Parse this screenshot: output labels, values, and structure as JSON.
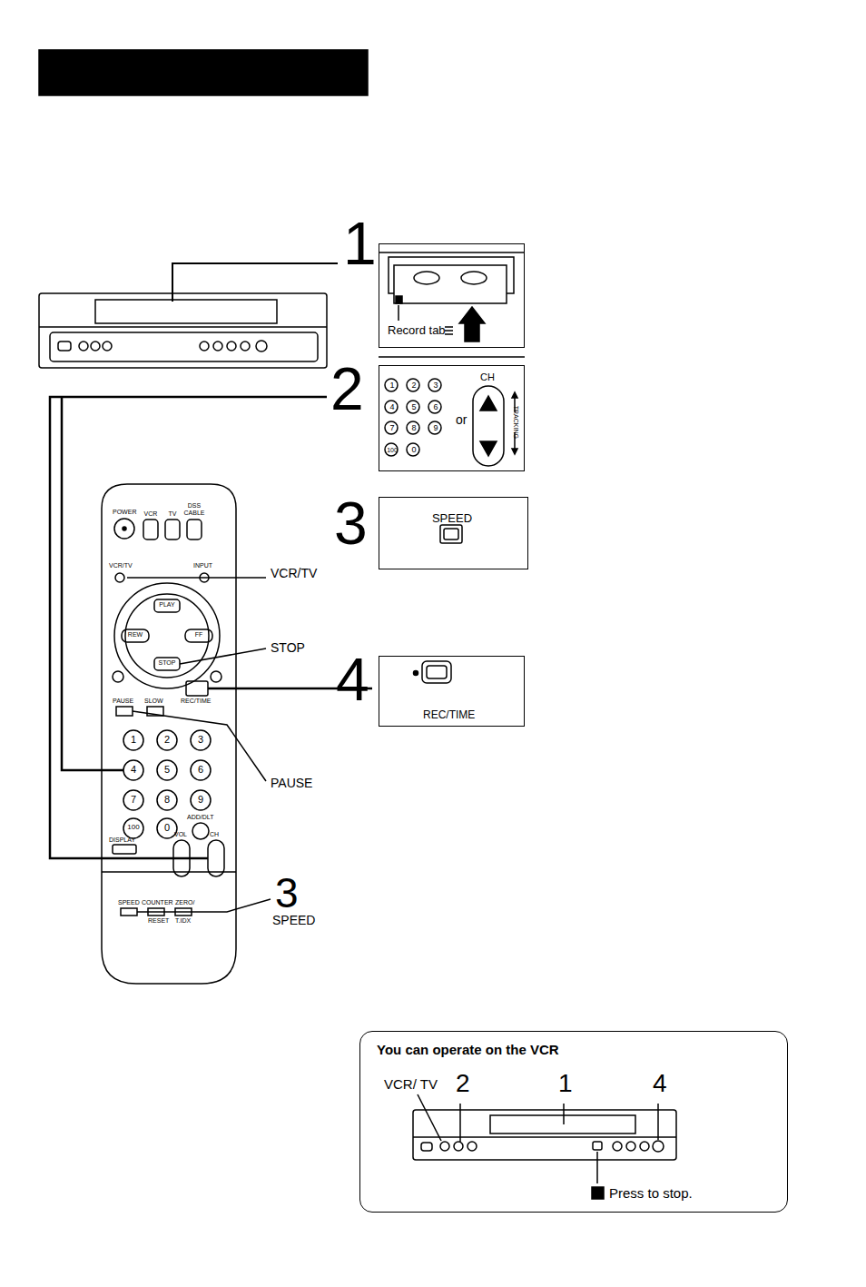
{
  "diagram": {
    "nodes": [
      {
        "text": [
          "Record tab"
        ]
      },
      {
        "text": [
          "1",
          "2",
          "3",
          "4",
          "5",
          "6",
          "7",
          "8",
          "9",
          "100",
          "0",
          "CH",
          "or",
          "TRACKING"
        ]
      },
      {
        "text": [
          "SPEED"
        ]
      },
      {
        "text": [
          "REC/TIME"
        ]
      },
      {
        "text": [
          "You can operate on the VCR",
          "VCR/ TV",
          "2",
          "1",
          "4",
          "Press to stop."
        ]
      }
    ],
    "labels": [
      "1",
      "2",
      "3",
      "4",
      "VCR/TV",
      "STOP",
      "PAUSE",
      "3",
      "SPEED",
      "POWER",
      "VCR",
      "TV",
      "DSS CABLE",
      "VCR/TV",
      "INPUT",
      "PLAY",
      "REW",
      "FF",
      "STOP",
      "PAUSE",
      "SLOW",
      "REC/TIME",
      "1",
      "2",
      "3",
      "4",
      "5",
      "6",
      "7",
      "8",
      "9",
      "100",
      "0",
      "ADD/DLT",
      "DISPLAY",
      "VOL",
      "CH",
      "SPEED",
      "COUNTER",
      "RESET",
      "ZERO/",
      "T.IDX"
    ]
  }
}
